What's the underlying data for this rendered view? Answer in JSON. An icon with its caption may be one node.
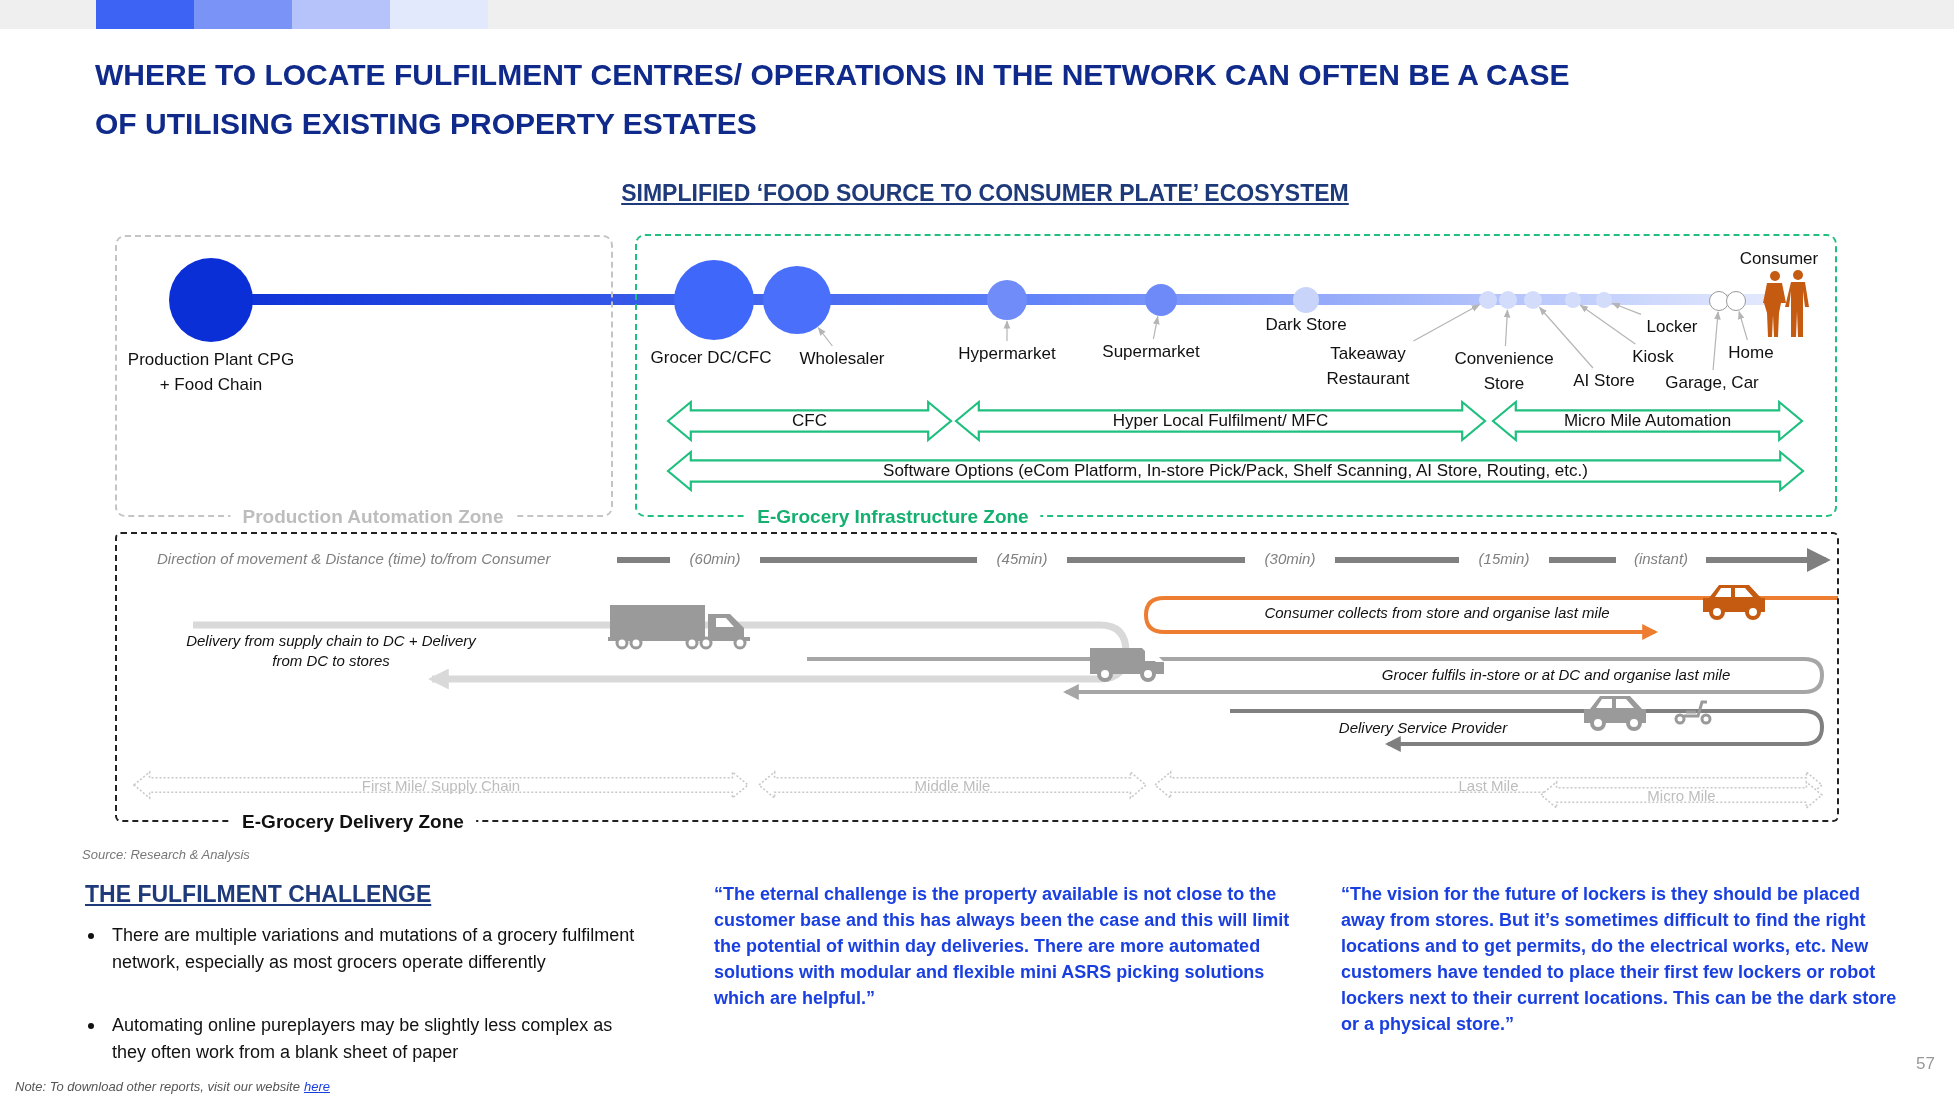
{
  "diagram": {
    "title": "WHERE TO LOCATE FULFILMENT CENTRES/ OPERATIONS IN THE NETWORK CAN OFTEN BE A CASE OF UTILISING EXISTING PROPERTY ESTATES",
    "nodes": [
      {
        "text": [
          "Production Automation Zone"
        ]
      },
      {
        "text": [
          "E-Grocery Infrastructure Zone"
        ]
      },
      {
        "text": [
          "Production Plant CPG + Food Chain"
        ],
        "in": 0
      },
      {
        "text": [
          "Grocer DC/CFC"
        ],
        "in": 1
      },
      {
        "text": [],
        "shape": "circle",
        "in": 1
      },
      {
        "text": [
          "Wholesaler"
        ],
        "in": 1
      },
      {
        "text": [],
        "shape": "circle",
        "in": 1
      },
      {
        "text": [
          "Hypermarket"
        ],
        "in": 1
      },
      {
        "text": [],
        "shape": "circle",
        "in": 1
      },
      {
        "text": [
          "Supermarket"
        ],
        "in": 1
      },
      {
        "text": [
          "Dark Store"
        ],
        "in": 1
      },
      {
        "text": [],
        "shape": "circle",
        "in": 1
      },
      {
        "text": [],
        "shape": "circle",
        "in": 1
      },
      {
        "text": [],
        "shape": "circle",
        "in": 1
      },
      {
        "text": [],
        "shape": "circle",
        "in": 1
      },
      {
        "text": [],
        "shape": "circle",
        "in": 1
      },
      {
        "text": [],
        "shape": "circle",
        "in": 1
      },
      {
        "text": [],
        "shape": "circle",
        "in": 1
      },
      {
        "text": [
          "Takeaway Restaurant"
        ],
        "in": 1
      },
      {
        "text": [
          "Convenience Store"
        ],
        "in": 1
      },
      {
        "text": [
          "AI Store"
        ],
        "in": 1
      },
      {
        "text": [
          "Kiosk"
        ],
        "in": 1
      },
      {
        "text": [
          "Locker"
        ],
        "in": 1
      },
      {
        "text": [
          "Garage, Car"
        ],
        "in": 1
      },
      {
        "text": [
          "Home"
        ],
        "in": 1
      },
      {
        "text": [
          "Consumer"
        ],
        "in": 1
      },
      {
        "text": [
          "CFC"
        ],
        "in": 1
      },
      {
        "text": [
          "Hyper Local Fulfilment/ MFC"
        ],
        "in": 1
      },
      {
        "text": [
          "Micro Mile Automation"
        ],
        "in": 1
      },
      {
        "text": [
          "Software Options (eCom Platform, In-store Pick/Pack, Shelf Scanning, AI Store, Routing, etc.)"
        ],
        "in": 1
      },
      {
        "text": [
          "E-Grocery Delivery Zone"
        ]
      },
      {
        "text": [
          "First Mile/ Supply Chain"
        ],
        "in": 30
      },
      {
        "text": [
          "Middle Mile"
        ],
        "in": 30
      },
      {
        "text": [
          "Last Mile"
        ],
        "in": 30
      },
      {
        "text": [
          "Micro Mile"
        ],
        "in": 30
      }
    ],
    "edges": [
      {
        "from": 5,
        "to": 4,
        "arrow": "to"
      },
      {
        "from": 7,
        "to": 6,
        "arrow": "to"
      },
      {
        "from": 9,
        "to": 8,
        "arrow": "to"
      },
      {
        "from": 18,
        "to": 11,
        "arrow": "to"
      },
      {
        "from": 19,
        "to": 12,
        "arrow": "to"
      },
      {
        "from": 20,
        "to": 13,
        "arrow": "to"
      },
      {
        "from": 21,
        "to": 14,
        "arrow": "to"
      },
      {
        "from": 22,
        "to": 15,
        "arrow": "to"
      },
      {
        "from": 23,
        "to": 16,
        "arrow": "to"
      },
      {
        "from": 24,
        "to": 17,
        "arrow": "to"
      }
    ],
    "labels": [
      "SIMPLIFIED ‘FOOD SOURCE TO CONSUMER PLATE’ ECOSYSTEM",
      "Direction of movement & Distance (time) to/from Consumer",
      "(60min)",
      "(45min)",
      "(30min)",
      "(15min)",
      "(instant)",
      "Consumer collects from store and organise last mile",
      "Delivery from supply chain to DC + Delivery from DC to stores",
      "Grocer fulfils in-store or at DC and organise last mile",
      "Delivery Service Provider",
      "Source: Research & Analysis",
      "THE FULFILMENT CHALLENGE",
      "There are multiple variations and mutations of a grocery fulfilment network, especially as most grocers operate differently",
      "Automating online pureplayers may be slightly less complex as they often work from a blank sheet of paper",
      "“The eternal challenge is the property available is not close to the customer base and this has always been the case and this will limit the potential of within day deliveries. There are more automated solutions with modular and flexible mini ASRS picking solutions which are helpful.”",
      "“The vision for the future of lockers is they should be placed away from stores. But it’s sometimes difficult to find the right locations and to get permits, do the electrical works, etc. New customers have tended to place their first few lockers or robot lockers next to their current locations. This can be the dark store or a physical store.”",
      "Note: To download other reports, visit our website",
      "here",
      "57"
    ]
  }
}
